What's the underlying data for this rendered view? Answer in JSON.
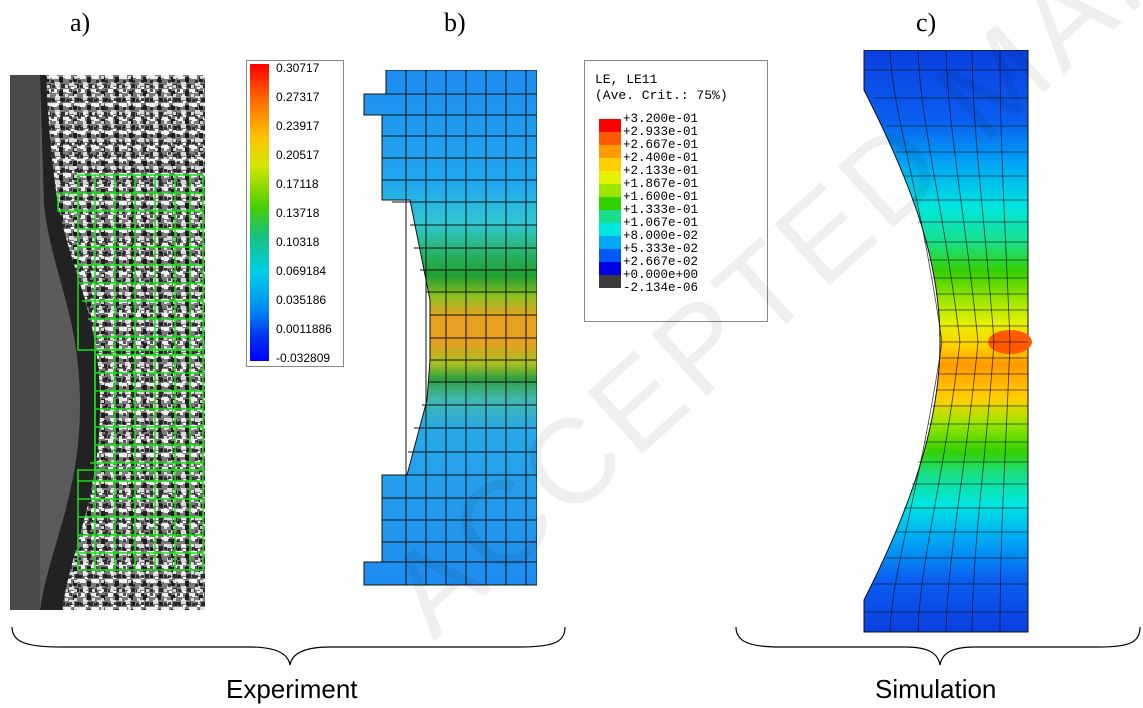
{
  "figure": {
    "panel_labels": [
      "a)",
      "b)",
      "c)"
    ],
    "group_labels": {
      "experiment": "Experiment",
      "simulation": "Simulation"
    },
    "watermark": "ACCEPTED MANUSCRIPT"
  },
  "colorbar_a": {
    "ticks": [
      "0.30717",
      "0.27317",
      "0.23917",
      "0.20517",
      "0.17118",
      "0.13718",
      "0.10318",
      "0.069184",
      "0.035186",
      "0.0011886",
      "-0.032809"
    ],
    "colors": [
      "#ff0000",
      "#0000ff"
    ]
  },
  "legend_c": {
    "title_line1": "LE, LE11",
    "title_line2": "(Ave. Crit.: 75%)",
    "labels": [
      "+3.200e-01",
      "+2.933e-01",
      "+2.667e-01",
      "+2.400e-01",
      "+2.133e-01",
      "+1.867e-01",
      "+1.600e-01",
      "+1.333e-01",
      "+1.067e-01",
      "+8.000e-02",
      "+5.333e-02",
      "+2.667e-02",
      "+0.000e+00",
      "-2.134e-06"
    ],
    "colors": [
      "#ff0000",
      "#ff5a00",
      "#ff9900",
      "#ffd000",
      "#e6f000",
      "#9ee600",
      "#33d100",
      "#18e08a",
      "#00e6e0",
      "#00a9f5",
      "#0059f0",
      "#0000e6",
      "#3c3c3c"
    ]
  }
}
